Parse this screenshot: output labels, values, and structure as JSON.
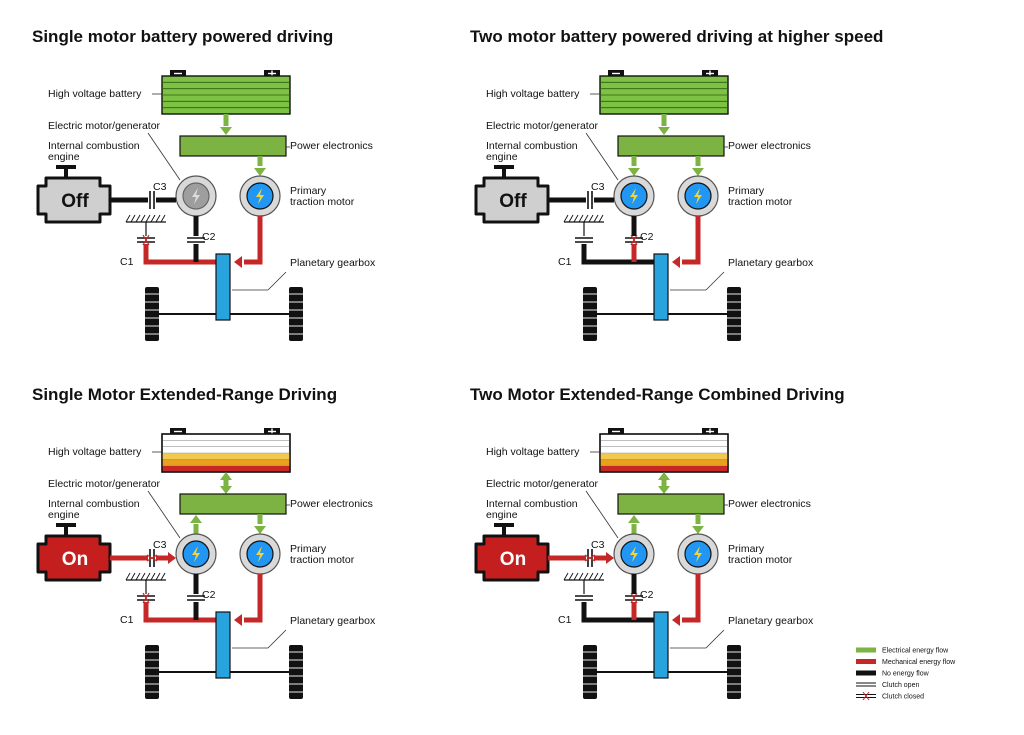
{
  "panels": [
    {
      "title": "Single motor battery powered driving",
      "battery": "full",
      "engine_state": "Off",
      "engine_on": false,
      "mg_active": false,
      "c3_closed": false,
      "c2_closed": false,
      "c1_closed": true,
      "batt_flow": "down",
      "mg_flow": "none",
      "mg_mech": "red",
      "c1_line": "red",
      "engine_mech": "black",
      "labels": {
        "battery": "High voltage battery",
        "motor_generator": "Electric motor/generator",
        "engine": [
          "Internal combustion",
          "engine"
        ],
        "power_electronics": "Power electronics",
        "primary": [
          "Primary",
          "traction motor"
        ],
        "gearbox": "Planetary gearbox",
        "c1": "C1",
        "c2": "C2",
        "c3": "C3"
      }
    },
    {
      "title": "Two motor battery powered driving at higher speed",
      "battery": "full",
      "engine_state": "Off",
      "engine_on": false,
      "mg_active": true,
      "c3_closed": false,
      "c2_closed": true,
      "c1_closed": false,
      "batt_flow": "down",
      "mg_flow": "down",
      "mg_mech": "none",
      "c1_line": "black",
      "engine_mech": "black",
      "labels": {
        "battery": "High voltage battery",
        "motor_generator": "Electric motor/generator",
        "engine": [
          "Internal combustion",
          "engine"
        ],
        "power_electronics": "Power electronics",
        "primary": [
          "Primary",
          "traction motor"
        ],
        "gearbox": "Planetary gearbox",
        "c1": "C1",
        "c2": "C2",
        "c3": "C3"
      }
    },
    {
      "title": "Single Motor Extended-Range Driving",
      "battery": "low",
      "engine_state": "On",
      "engine_on": true,
      "mg_active": true,
      "c3_closed": true,
      "c2_closed": false,
      "c1_closed": true,
      "batt_flow": "both",
      "mg_flow": "up",
      "mg_mech": "red",
      "c1_line": "red",
      "engine_mech": "red",
      "labels": {
        "battery": "High voltage battery",
        "motor_generator": "Electric motor/generator",
        "engine": [
          "Internal combustion",
          "engine"
        ],
        "power_electronics": "Power electronics",
        "primary": [
          "Primary",
          "traction motor"
        ],
        "gearbox": "Planetary gearbox",
        "c1": "C1",
        "c2": "C2",
        "c3": "C3"
      }
    },
    {
      "title": "Two Motor Extended-Range Combined Driving",
      "battery": "low",
      "engine_state": "On",
      "engine_on": true,
      "mg_active": true,
      "c3_closed": true,
      "c2_closed": true,
      "c1_closed": false,
      "batt_flow": "both",
      "mg_flow": "up",
      "mg_mech": "red",
      "c1_line": "black",
      "engine_mech": "red",
      "labels": {
        "battery": "High voltage battery",
        "motor_generator": "Electric motor/generator",
        "engine": [
          "Internal combustion",
          "engine"
        ],
        "power_electronics": "Power electronics",
        "primary": [
          "Primary",
          "traction motor"
        ],
        "gearbox": "Planetary gearbox",
        "c1": "C1",
        "c2": "C2",
        "c3": "C3"
      }
    }
  ],
  "legend": [
    {
      "type": "green",
      "label": "Electrical energy flow"
    },
    {
      "type": "red",
      "label": "Mechanical energy flow"
    },
    {
      "type": "black",
      "label": "No energy flow"
    },
    {
      "type": "open",
      "label": "Clutch open"
    },
    {
      "type": "closed",
      "label": "Clutch closed"
    }
  ],
  "colors": {
    "electrical": "#7cb342",
    "mechanical": "#c62828",
    "none": "#111111",
    "gearbox": "#29a3dd",
    "motor_inner": "#2196f3",
    "engine_off": "#cfcfcf",
    "engine_on": "#c41e1e",
    "battery_green": "#7dc242",
    "battery_low_red": "#c62828",
    "battery_low_orange": "#e8a11f",
    "battery_low_yellow": "#f2c94c"
  },
  "icons": {
    "battery": "battery-icon",
    "motor": "lightning-motor-icon",
    "engine": "engine-icon",
    "wheel": "wheel-icon"
  }
}
